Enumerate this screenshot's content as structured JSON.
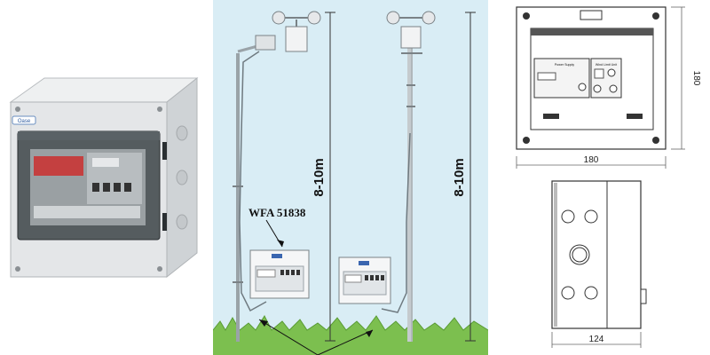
{
  "photo": {
    "brand_badge": "Oase",
    "enclosure_color": "#e4e6e8",
    "lid_color": "#3c4347"
  },
  "installation": {
    "product_label": "WFA 51838",
    "height_label_left": "8-10m",
    "height_label_right": "8-10m",
    "sky_color": "#d9edf5",
    "grass_color": "#7cbf4f"
  },
  "drawing": {
    "width_front": "180",
    "height_front": "180",
    "width_side": "124",
    "module_left_title": "Power Supply",
    "module_right_title": "Wind Limit Unit"
  }
}
